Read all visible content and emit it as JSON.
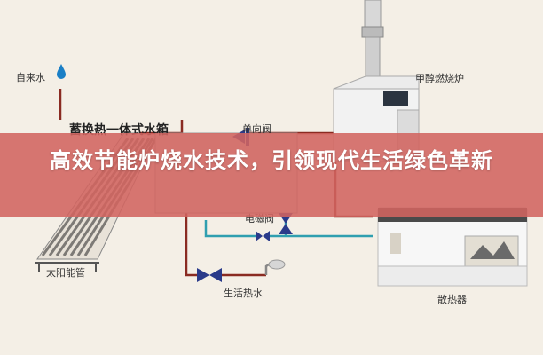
{
  "labels": {
    "cold_water_in": "自来水",
    "tank": "蓄换热一体式水箱",
    "check_valve": "单向阀",
    "solenoid_valve": "电磁阀",
    "boiler": "甲醇燃烧炉",
    "solar_tubes": "太阳能管",
    "hot_water": "生活热水",
    "radiator": "散热器"
  },
  "banner": {
    "title": "高效节能炉烧水技术，引领现代生活绿色革新"
  },
  "colors": {
    "hot_pipe": "#8a2b22",
    "cold_pipe": "#2f9fb0",
    "valve": "#2a3a8a",
    "banner": "#d2645f",
    "water_drop": "#1a7fc6"
  }
}
